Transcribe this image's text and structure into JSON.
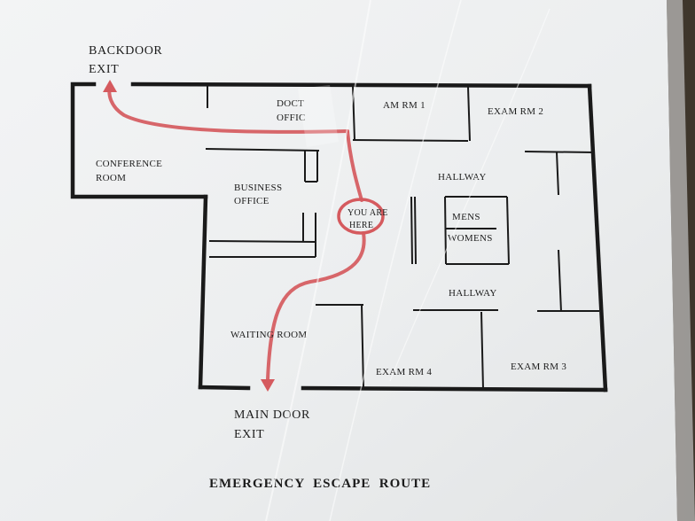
{
  "map": {
    "title": "EMERGENCY  ESCAPE  ROUTE",
    "backdoor_exit": {
      "line1": "BACKDOOR",
      "line2": "EXIT"
    },
    "main_door_exit": {
      "line1": "MAIN DOOR",
      "line2": "EXIT"
    },
    "you_are_here": {
      "line1": "YOU ARE",
      "line2": "HERE"
    },
    "rooms": {
      "doctors_office_line1": "DOCT",
      "doctors_office_line2": "OFFIC",
      "exam_rm_1": "AM RM 1",
      "exam_rm_2": "EXAM RM 2",
      "exam_rm_3": "EXAM RM 3",
      "exam_rm_4": "EXAM RM 4",
      "conference_line1": "CONFERENCE",
      "conference_line2": "ROOM",
      "business_line1": "BUSINESS",
      "business_line2": "OFFICE",
      "hallway_upper": "HALLWAY",
      "hallway_lower": "HALLWAY",
      "mens": "MENS",
      "womens": "WOMENS",
      "waiting_room": "WAITING ROOM"
    },
    "colors": {
      "paper": "#eef0f1",
      "ink": "#1a1a1a",
      "route": "#d55a5e",
      "frame": "#5a4e40"
    }
  }
}
